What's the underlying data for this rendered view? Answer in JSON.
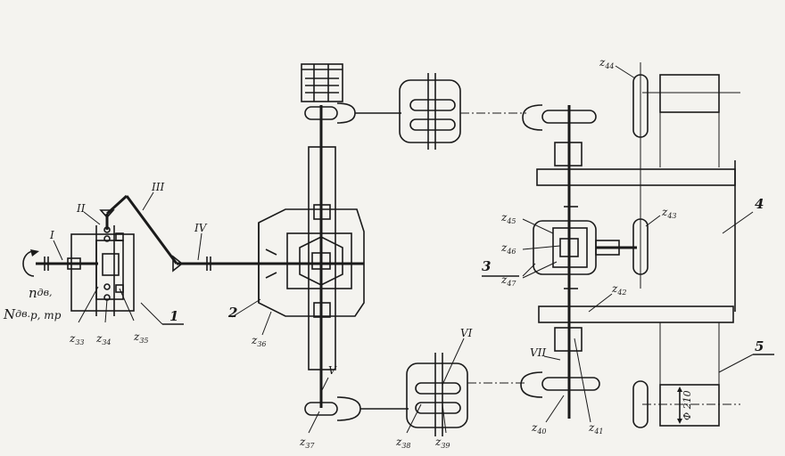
{
  "labels": {
    "shaft_I": "I",
    "shaft_II": "II",
    "shaft_III": "III",
    "shaft_IV": "IV",
    "shaft_V": "V",
    "shaft_VI": "VI",
    "shaft_VII": "VII",
    "unit_1": "1",
    "unit_2": "2",
    "unit_3": "3",
    "unit_4": "4",
    "unit_5": "5",
    "z33": "z",
    "z33_sub": "33",
    "z34": "z",
    "z34_sub": "34",
    "z35": "z",
    "z35_sub": "35",
    "z36": "z",
    "z36_sub": "36",
    "z37": "z",
    "z37_sub": "37",
    "z38": "z",
    "z38_sub": "38",
    "z39": "z",
    "z39_sub": "39",
    "z40": "z",
    "z40_sub": "40",
    "z41": "z",
    "z41_sub": "41",
    "z42": "z",
    "z42_sub": "42",
    "z43": "z",
    "z43_sub": "43",
    "z44": "z",
    "z44_sub": "44",
    "z45": "z",
    "z45_sub": "45",
    "z46": "z",
    "z46_sub": "46",
    "z47": "z",
    "z47_sub": "47",
    "input_speed": "n",
    "input_speed_sub": "дв,",
    "input_power": "N",
    "input_power_sub": "дв.",
    "input_power_tail": "p, тр",
    "diameter": "Ф 210"
  }
}
